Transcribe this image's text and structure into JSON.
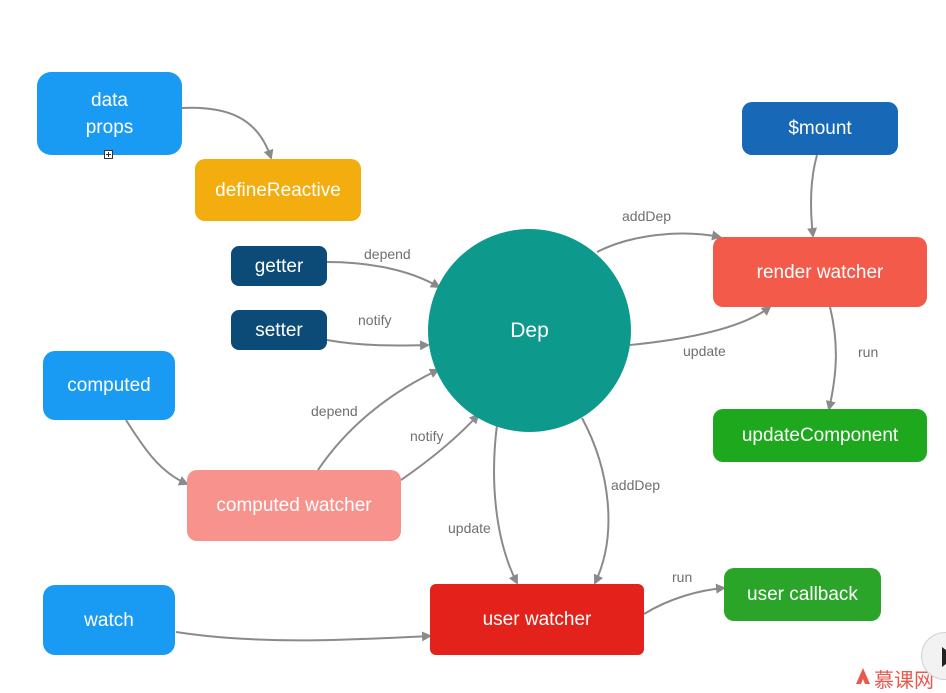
{
  "nodes": {
    "data_props": {
      "line1": "data",
      "line2": "props",
      "color": "#1a9bf3"
    },
    "define_reactive": {
      "label": "defineReactive",
      "color": "#f3ad0f"
    },
    "getter": {
      "label": "getter",
      "color": "#0c4a78"
    },
    "setter": {
      "label": "setter",
      "color": "#0c4a78"
    },
    "computed": {
      "label": "computed",
      "color": "#1a9bf3"
    },
    "computed_watcher": {
      "label": "computed watcher",
      "color": "#f7938c"
    },
    "watch": {
      "label": "watch",
      "color": "#1a9bf3"
    },
    "dep": {
      "label": "Dep",
      "color": "#0d9a8d"
    },
    "mount": {
      "label": "$mount",
      "color": "#1868b8"
    },
    "render_watcher": {
      "label": "render watcher",
      "color": "#f45a4a"
    },
    "update_component": {
      "label": "updateComponent",
      "color": "#1da81d"
    },
    "user_watcher": {
      "label": "user watcher",
      "color": "#e3231b"
    },
    "user_callback": {
      "label": "user callback",
      "color": "#2aa52a"
    }
  },
  "edges": {
    "getter_depend": "depend",
    "setter_notify": "notify",
    "computed_watcher_depend": "depend",
    "computed_watcher_notify": "notify",
    "dep_adddep_render": "addDep",
    "dep_update_render": "update",
    "render_run": "run",
    "dep_update_user": "update",
    "dep_adddep_user": "addDep",
    "user_run": "run"
  },
  "colors": {
    "arrow": "#8a8a8a",
    "edge_label": "#6f6f6f"
  },
  "watermark": {
    "text": "慕课网",
    "color": "#e8594f"
  }
}
